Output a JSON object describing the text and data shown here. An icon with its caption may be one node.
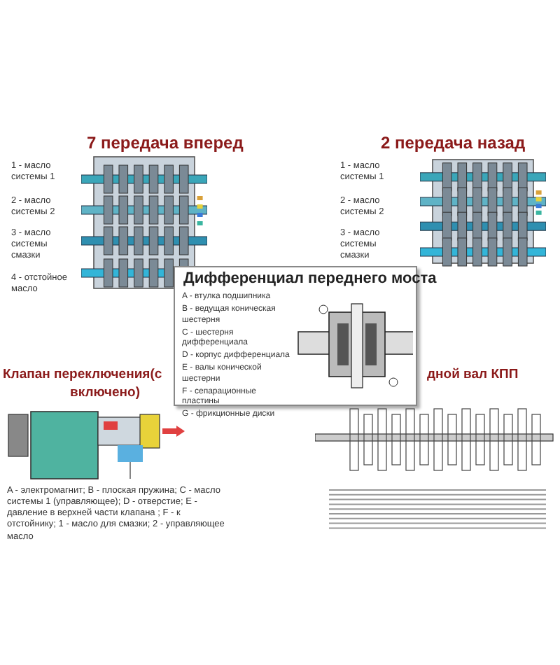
{
  "diagram": {
    "labels": [
      "7 передача вперед",
      "2 передача назад",
      "1 - масло системы 1",
      "2 - масло системы 2",
      "3 - масло системы смазки",
      "4 - отстойное масло",
      "1 - масло системы 1",
      "2 - масло системы 2",
      "3 - масло системы смазки",
      "Дифференциал переднего моста",
      "A - втулка подшипника",
      "B - ведущая коническая шестерня",
      "C - шестерня дифференциала",
      "D - корпус дифференциала",
      "E - валы конической шестерни",
      "F - сепарационные пластины",
      "G - фрикционные диски",
      "Клапан переключения(с",
      "включено)",
      "дной вал КПП",
      "A - электромагнит; B - плоская пружина; C - масло системы 1 (управляющее); D - отверстие; E - давление в верхней части клапана ; F - к отстойнику; 1 - масло для смазки; 2 - управляющее масло"
    ]
  }
}
